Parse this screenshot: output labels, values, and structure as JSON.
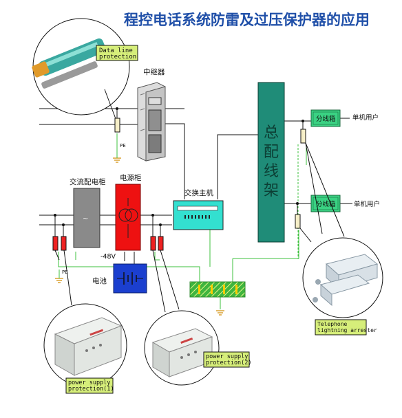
{
  "title": "程控电话系统防雷及过压保护器的应用",
  "labels": {
    "data_line_protection": [
      "Data line",
      "protection"
    ],
    "pe": "PE",
    "repeater": "中继器",
    "ac_cabinet": "交流配电柜",
    "power_cabinet": "电源柜",
    "switch_host": "交换主机",
    "battery": "电池",
    "voltage": "-48V",
    "mdf": [
      "总",
      "配",
      "线",
      "架"
    ],
    "distribution_box_1": "分线箱",
    "distribution_box_2": "分线箱",
    "single_user_1": "单机用户",
    "single_user_2": "单机用户",
    "power_supply_protection_1": [
      "power supply",
      "protection(1)"
    ],
    "power_supply_protection_2": [
      "power supply",
      "protection(2)"
    ],
    "telephone_arrester": [
      "Telephone",
      "lightning arrester"
    ]
  },
  "colors": {
    "title": "#1f4fa8",
    "mdf": "#1f8c78",
    "power_cabinet": "#ee1111",
    "switch_host": "#33e0d0",
    "distribution_box": "#3ad283",
    "ground_bar": "#45b845",
    "battery": "#1b3fcf",
    "callout_label": "#d6ee7a",
    "ground_wire": "#3cc03c"
  }
}
